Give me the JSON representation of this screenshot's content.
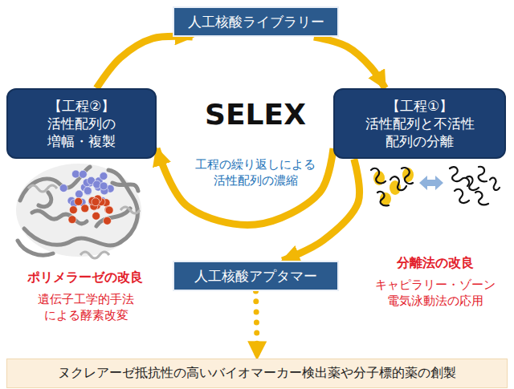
{
  "diagram": {
    "nodes": [
      {
        "text": [
          "人工核酸ライブラリー"
        ]
      },
      {
        "text": [
          "【工程②】",
          "活性配列の 増幅・複製"
        ]
      },
      {
        "text": [
          "【工程①】",
          "活性配列と不活性 配列の分離"
        ]
      },
      {
        "text": [
          "人工核酸アプタマー"
        ]
      },
      {
        "text": [
          "ヌクレアーゼ抵抗性の高いバイオマーカー検出薬や分子標的薬の創製"
        ]
      }
    ],
    "edges": [
      {
        "from": 0,
        "to": 2,
        "arrow": "to"
      },
      {
        "from": 2,
        "to": 1,
        "arrow": "to"
      },
      {
        "from": 1,
        "to": 0,
        "arrow": "to"
      },
      {
        "from": 2,
        "to": 3,
        "arrow": "to"
      },
      {
        "from": 3,
        "to": 4,
        "arrow": "to"
      }
    ],
    "labels": [
      "SELEX",
      "工程の繰り返しによる 活性配列の濃縮",
      "ポリメラーゼの改良",
      "遺伝子工学的手法 による酵素改変",
      "分離法の改良",
      "キャピラリー・ゾーン 電気泳動法の応用"
    ]
  }
}
